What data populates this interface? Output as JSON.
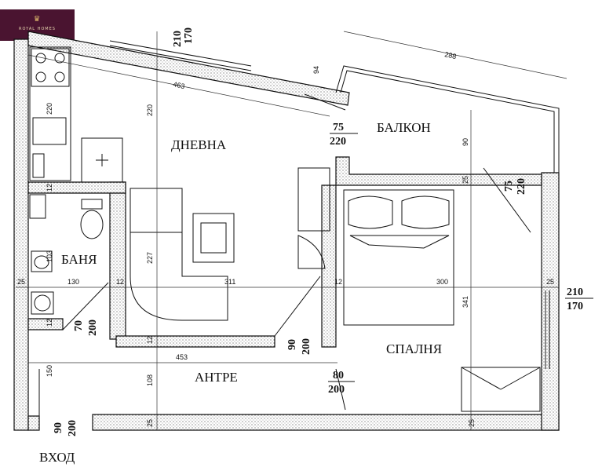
{
  "brand": {
    "name": "ROYAL HOMES",
    "icon": "crown-icon",
    "color": "#4a1430"
  },
  "rooms": {
    "living": "ДНЕВНА",
    "balcony": "БАЛКОН",
    "bathroom": "БАНЯ",
    "bedroom": "СПАЛНЯ",
    "hall": "АНТРЕ",
    "entrance": "ВХОД"
  },
  "openings": {
    "top_window": {
      "width": "210",
      "height": "170"
    },
    "balcony_door": {
      "width": "75",
      "height": "220"
    },
    "balcony_side_door": {
      "width": "75",
      "height": "220"
    },
    "right_window": {
      "width": "210",
      "height": "170"
    },
    "bath_door": {
      "width": "70",
      "height": "200"
    },
    "bedroom_door": {
      "width": "90",
      "height": "200"
    },
    "hall_door": {
      "width": "80",
      "height": "200"
    },
    "entry_door": {
      "width": "90",
      "height": "200"
    }
  },
  "dimensions": {
    "balcony_length": "288",
    "balcony_depth": "94",
    "living_diag": "463",
    "living_depth": "220",
    "kitchen_len": "220",
    "bath_wall_top": "12",
    "bath_len": "103",
    "wall_left": "25",
    "bath_width": "130",
    "wall_mid1": "12",
    "living_width": "311",
    "wall_mid2": "12",
    "bedroom_width": "300",
    "wall_right": "25",
    "bath_wall_bottom": "12",
    "living_len": "227",
    "wall_living_bottom": "12",
    "hall_width": "453",
    "hall_depth": "108",
    "hall_left": "150",
    "wall_bottom_left": "25",
    "wall_bottom_right": "25",
    "balcony_height": "90",
    "bedroom_wall_top": "25",
    "bedroom_depth": "341"
  }
}
